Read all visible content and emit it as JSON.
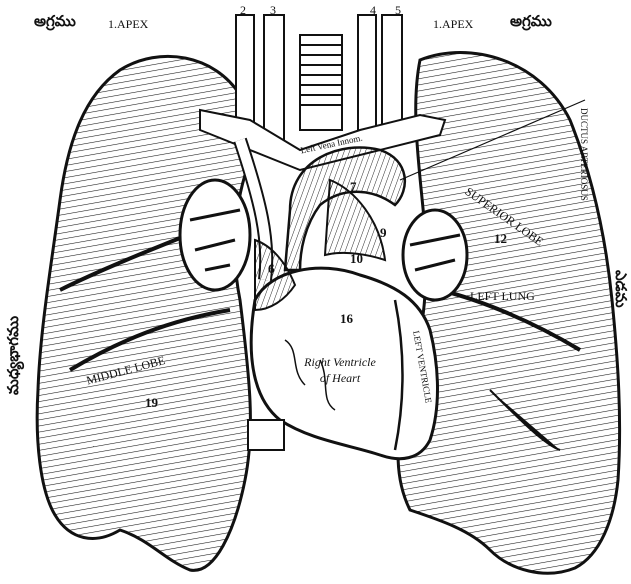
{
  "labels": {
    "apex_left": "1.APEX",
    "apex_right": "1.APEX",
    "script_apex_left": "అగ్రము",
    "script_apex_right": "అగ్రము",
    "script_left_side": "మధ్యభాగము",
    "script_right_side": "ఎడమ",
    "vessel_numbers": [
      "2",
      "3",
      "4",
      "5"
    ],
    "left_vena": "Left Vena Innom.",
    "ductus": "DUCTUS ARTERIOSUS",
    "superior_lobe": "SUPERIOR LOBE",
    "left_lung": "LEFT LUNG",
    "middle_lobe": "MIDDLE LOBE",
    "right_ventricle": "Right Ventricle of Heart",
    "left_ventricle": "LEFT VENTRICLE",
    "numbers": [
      "12",
      "16",
      "19",
      "6",
      "7",
      "9",
      "10"
    ]
  },
  "colors": {
    "ink": "#111111",
    "paper": "#ffffff"
  }
}
